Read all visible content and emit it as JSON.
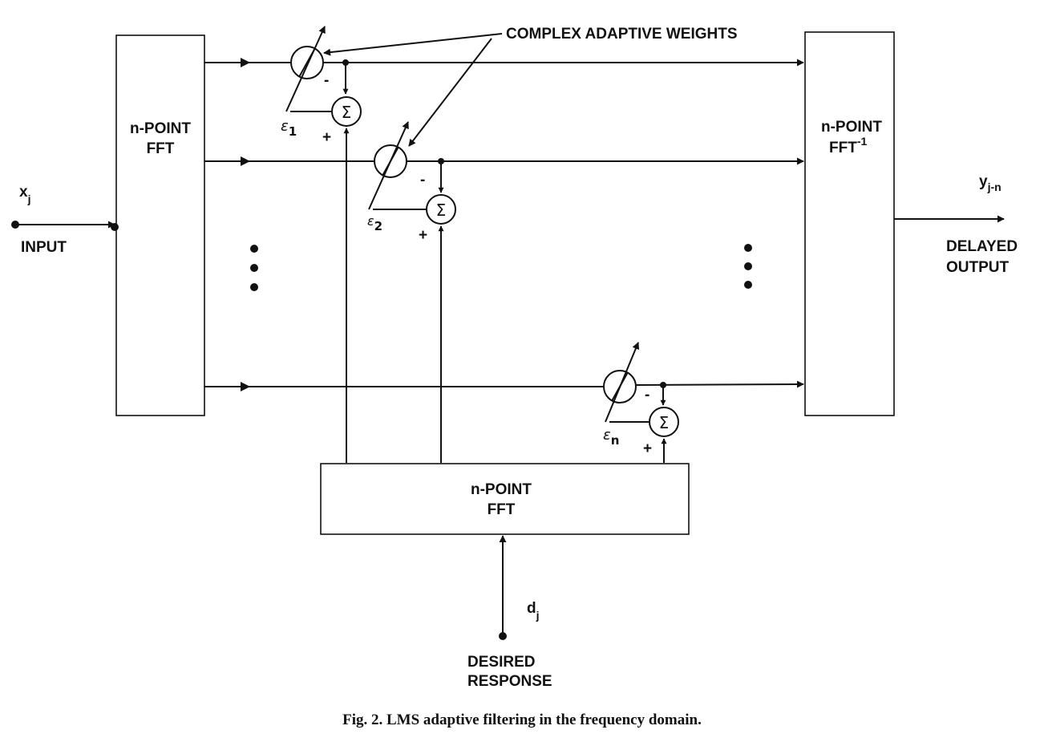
{
  "blocks": {
    "input_fft": [
      "n-POINT",
      "FFT"
    ],
    "inverse_fft": {
      "line1": "n-POINT",
      "line2": "FFT",
      "superscript": "-1"
    },
    "desired_fft": [
      "n-POINT",
      "FFT"
    ]
  },
  "signals": {
    "input_symbol": "x",
    "input_subscript": "j",
    "input_label": "INPUT",
    "output_symbol": "y",
    "output_subscript": "j-n",
    "output_label": [
      "DELAYED",
      "OUTPUT"
    ],
    "desired_symbol": "d",
    "desired_subscript": "j",
    "desired_label": [
      "DESIRED",
      "RESPONSE"
    ]
  },
  "weights_label": "COMPLEX ADAPTIVE WEIGHTS",
  "summer": {
    "symbol": "Σ",
    "minus": "-",
    "plus": "+"
  },
  "errors": [
    {
      "symbol": "ε",
      "subscript": "1"
    },
    {
      "symbol": "ε",
      "subscript": "2"
    },
    {
      "symbol": "ε",
      "subscript": "n"
    }
  ],
  "caption": "Fig. 2.  LMS adaptive filtering in the frequency domain."
}
